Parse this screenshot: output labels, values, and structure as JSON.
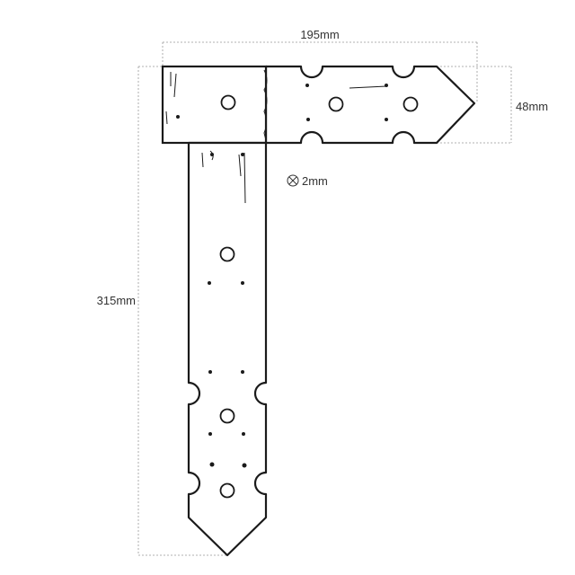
{
  "dimensions": {
    "width_label": "195mm",
    "height_label": "48mm",
    "length_label": "315mm",
    "thickness_label": "2mm"
  },
  "colors": {
    "outline": "#1a1a1a",
    "dimension_line": "#999999",
    "label_text": "#333333"
  },
  "icons": {
    "thickness": "thickness-symbol-icon"
  }
}
